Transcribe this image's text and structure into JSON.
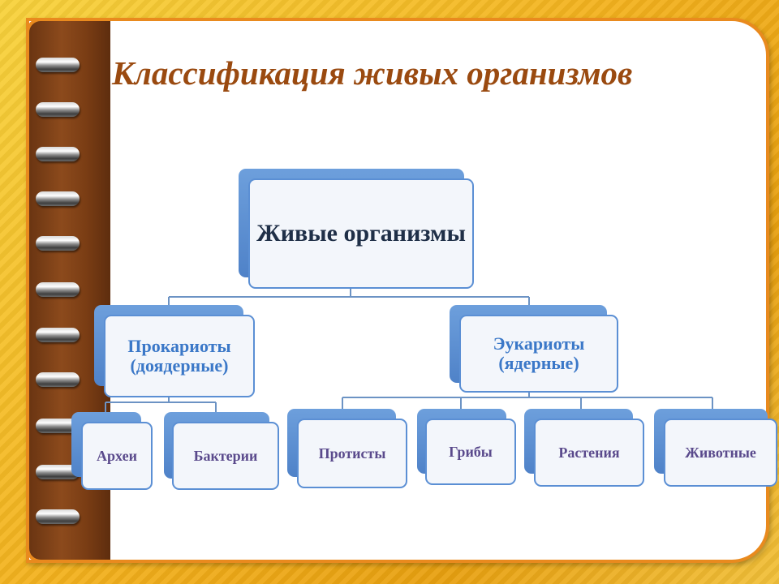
{
  "title": "Классификация живых организмов",
  "diagram": {
    "root": "Живые организмы",
    "prokaryotes": "Прокариоты (доядерные)",
    "eukaryotes": "Эукариоты (ядерные)",
    "archaea": "Археи",
    "bacteria": "Бактерии",
    "protists": "Протисты",
    "fungi": "Грибы",
    "plants": "Растения",
    "animals": "Животные"
  }
}
